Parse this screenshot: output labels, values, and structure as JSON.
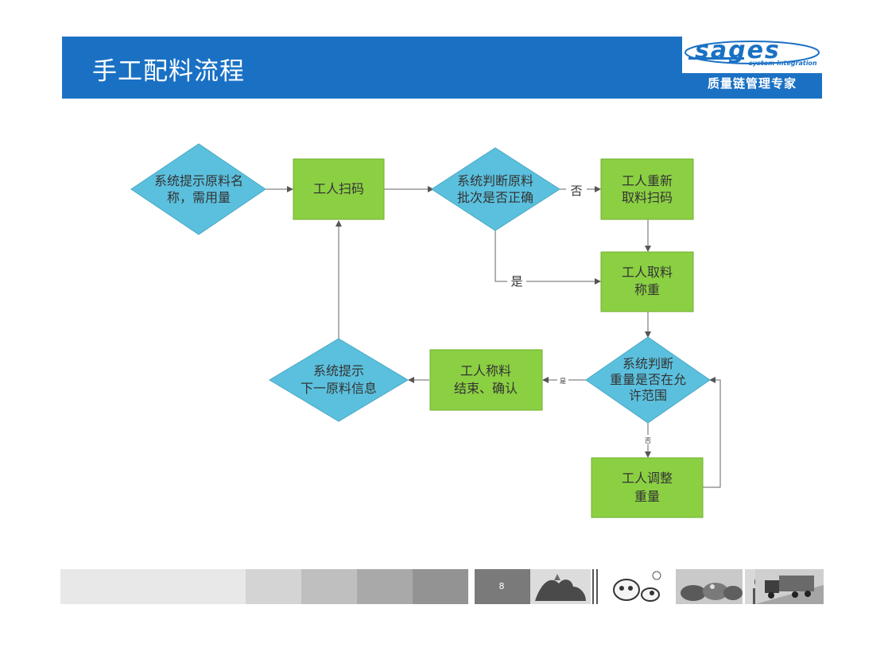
{
  "header": {
    "title": "手工配料流程",
    "logo_text": "sages",
    "logo_subtitle": "system integration",
    "tagline": "质量链管理专家",
    "background_color": "#1a71c4"
  },
  "diagram": {
    "nodes": {
      "prompt_material": [
        "系统提示原料名",
        "称，需用量"
      ],
      "worker_scan": [
        "工人扫码"
      ],
      "check_batch": [
        "系统判断原料",
        "批次是否正确"
      ],
      "rescan": [
        "工人重新",
        "取料扫码"
      ],
      "take_weigh": [
        "工人取料",
        "称重"
      ],
      "check_weight": [
        "系统判断",
        "重量是否在允",
        "许范围"
      ],
      "finish_confirm": [
        "工人称料",
        "结束、确认"
      ],
      "next_prompt": [
        "系统提示",
        "下一原料信息"
      ],
      "adjust_weight": [
        "工人调整",
        "重量"
      ]
    },
    "edge_labels": {
      "batch_no": "否",
      "batch_yes": "是",
      "weight_yes": "是",
      "weight_no": "否"
    },
    "colors": {
      "diamond_fill": "#5bc0de",
      "box_fill": "#8bd043",
      "arrow": "#555555"
    }
  },
  "footer": {
    "page_number": "8"
  }
}
